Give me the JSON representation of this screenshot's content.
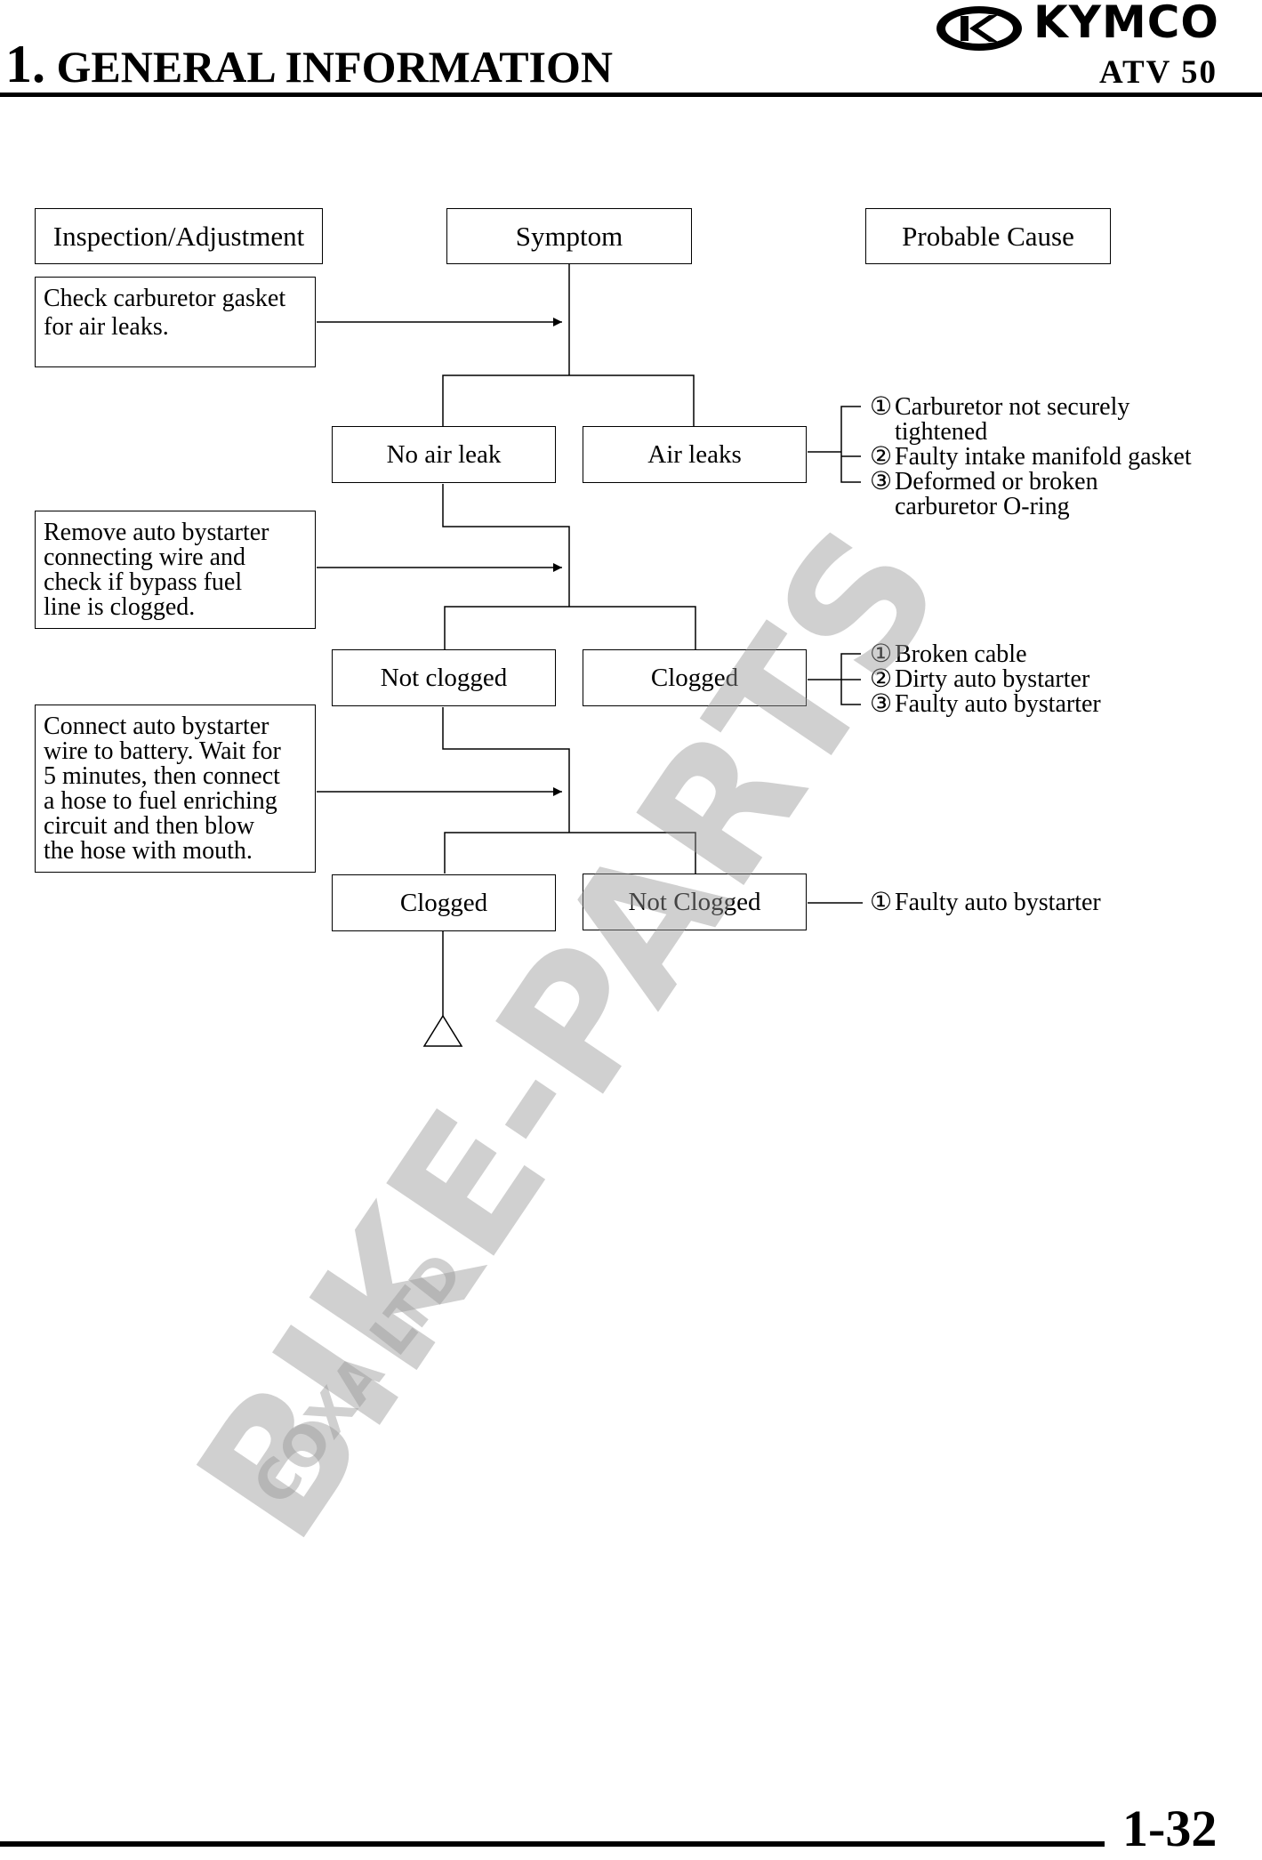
{
  "header": {
    "chapter_number": "1.",
    "chapter_title": "GENERAL INFORMATION",
    "brand": "KYMCO",
    "model": "ATV 50"
  },
  "columns": {
    "inspection": "Inspection/Adjustment",
    "symptom": "Symptom",
    "cause": "Probable Cause"
  },
  "steps": [
    {
      "inspection": [
        "Check carburetor gasket",
        "for air leaks."
      ],
      "left": "No air leak",
      "right": "Air leaks",
      "causes": [
        {
          "num": "①",
          "lines": [
            "Carburetor not securely",
            "tightened"
          ]
        },
        {
          "num": "②",
          "lines": [
            "Faulty intake manifold gasket"
          ]
        },
        {
          "num": "③",
          "lines": [
            "Deformed or broken",
            "carburetor O-ring"
          ]
        }
      ]
    },
    {
      "inspection": [
        "Remove auto bystarter",
        "connecting wire and",
        "check if bypass fuel",
        "line is clogged."
      ],
      "left": "Not clogged",
      "right": "Clogged",
      "causes": [
        {
          "num": "①",
          "lines": [
            "Broken cable"
          ]
        },
        {
          "num": "②",
          "lines": [
            "Dirty auto bystarter"
          ]
        },
        {
          "num": "③",
          "lines": [
            "Faulty auto bystarter"
          ]
        }
      ]
    },
    {
      "inspection": [
        "Connect auto bystarter",
        "wire to battery. Wait for",
        "5 minutes, then connect",
        "a hose to fuel enriching",
        "circuit and then blow",
        "the hose with mouth."
      ],
      "left": "Clogged",
      "right": "Not Clogged",
      "causes": [
        {
          "num": "①",
          "lines": [
            "Faulty auto bystarter"
          ]
        }
      ]
    }
  ],
  "watermark": {
    "main": "BIKE-PARTS",
    "sub": "COXA LTD"
  },
  "footer": {
    "page_number": "1-32"
  }
}
